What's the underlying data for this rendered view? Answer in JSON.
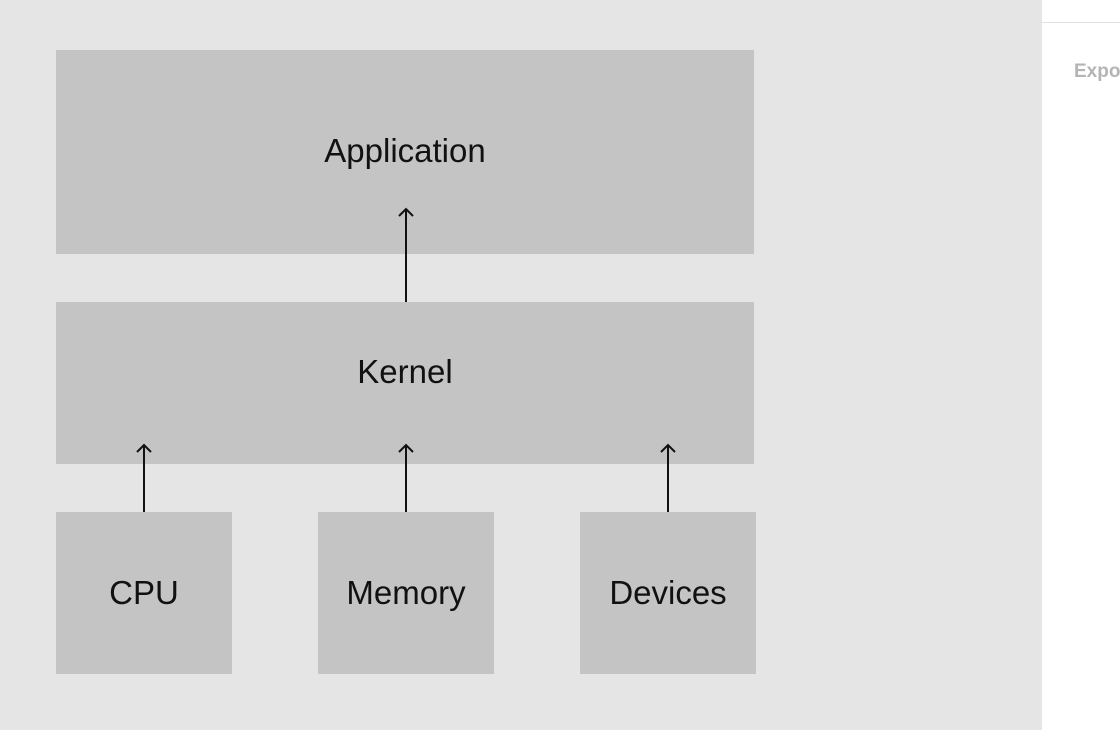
{
  "diagram": {
    "layers": {
      "application": "Application",
      "kernel": "Kernel",
      "cpu": "CPU",
      "memory": "Memory",
      "devices": "Devices"
    },
    "edges": [
      {
        "from": "Kernel",
        "to": "Application"
      },
      {
        "from": "CPU",
        "to": "Kernel"
      },
      {
        "from": "Memory",
        "to": "Kernel"
      },
      {
        "from": "Devices",
        "to": "Kernel"
      }
    ],
    "colors": {
      "canvas": "#e5e5e5",
      "block": "#c4c4c4",
      "text": "#111111",
      "arrow": "#111111"
    }
  },
  "side_panel": {
    "label": "Expo"
  }
}
